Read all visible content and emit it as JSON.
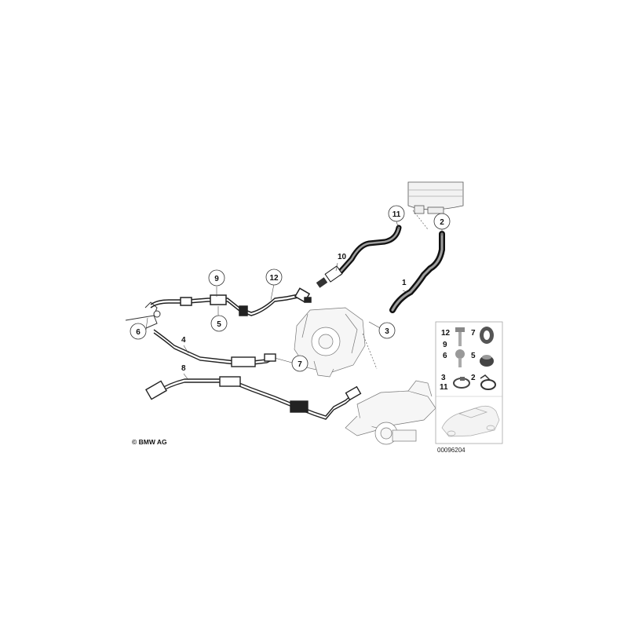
{
  "callouts": {
    "c1": "1",
    "c2": "2",
    "c3": "3",
    "c4": "4",
    "c5": "5",
    "c6": "6",
    "c7": "7",
    "c8": "8",
    "c9": "9",
    "c10": "10",
    "c11": "11",
    "c12": "12"
  },
  "legend": {
    "r1_left": "12",
    "r1_left2": "9",
    "r1_right": "7",
    "r2_left": "6",
    "r2_right": "5",
    "r3_left": "3",
    "r3_left2": "11",
    "r3_right": "2"
  },
  "copyright": "© BMW AG",
  "diagram_id": "00096204"
}
